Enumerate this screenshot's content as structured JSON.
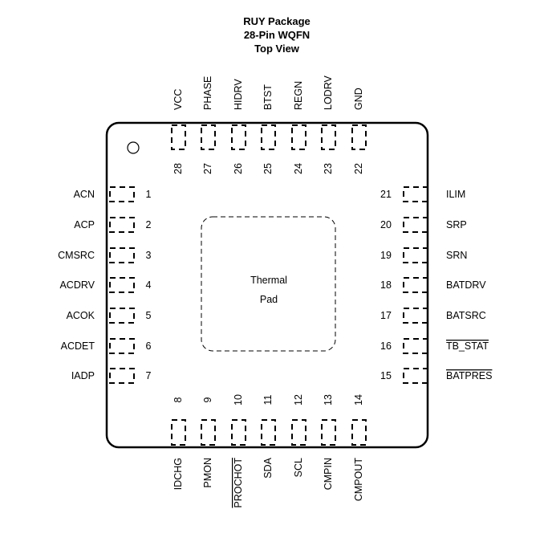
{
  "title": [
    "RUY Package",
    "28-Pin WQFN",
    "Top View"
  ],
  "thermal_pad": [
    "Thermal",
    "Pad"
  ],
  "pins": {
    "left": [
      {
        "num": "1",
        "name": "ACN"
      },
      {
        "num": "2",
        "name": "ACP"
      },
      {
        "num": "3",
        "name": "CMSRC"
      },
      {
        "num": "4",
        "name": "ACDRV"
      },
      {
        "num": "5",
        "name": "ACOK"
      },
      {
        "num": "6",
        "name": "ACDET"
      },
      {
        "num": "7",
        "name": "IADP"
      }
    ],
    "bottom": [
      {
        "num": "8",
        "name": "IDCHG"
      },
      {
        "num": "9",
        "name": "PMON"
      },
      {
        "num": "10",
        "name": "PROCHOT",
        "overbar": true
      },
      {
        "num": "11",
        "name": "SDA"
      },
      {
        "num": "12",
        "name": "SCL"
      },
      {
        "num": "13",
        "name": "CMPIN"
      },
      {
        "num": "14",
        "name": "CMPOUT"
      }
    ],
    "right": [
      {
        "num": "15",
        "name": "BATPRES",
        "overbar": true
      },
      {
        "num": "16",
        "name": "TB_STAT",
        "overbar": true
      },
      {
        "num": "17",
        "name": "BATSRC"
      },
      {
        "num": "18",
        "name": "BATDRV"
      },
      {
        "num": "19",
        "name": "SRN"
      },
      {
        "num": "20",
        "name": "SRP"
      },
      {
        "num": "21",
        "name": "ILIM"
      }
    ],
    "top": [
      {
        "num": "22",
        "name": "GND"
      },
      {
        "num": "23",
        "name": "LODRV"
      },
      {
        "num": "24",
        "name": "REGN"
      },
      {
        "num": "25",
        "name": "BTST"
      },
      {
        "num": "26",
        "name": "HIDRV"
      },
      {
        "num": "27",
        "name": "PHASE"
      },
      {
        "num": "28",
        "name": "VCC"
      }
    ]
  }
}
